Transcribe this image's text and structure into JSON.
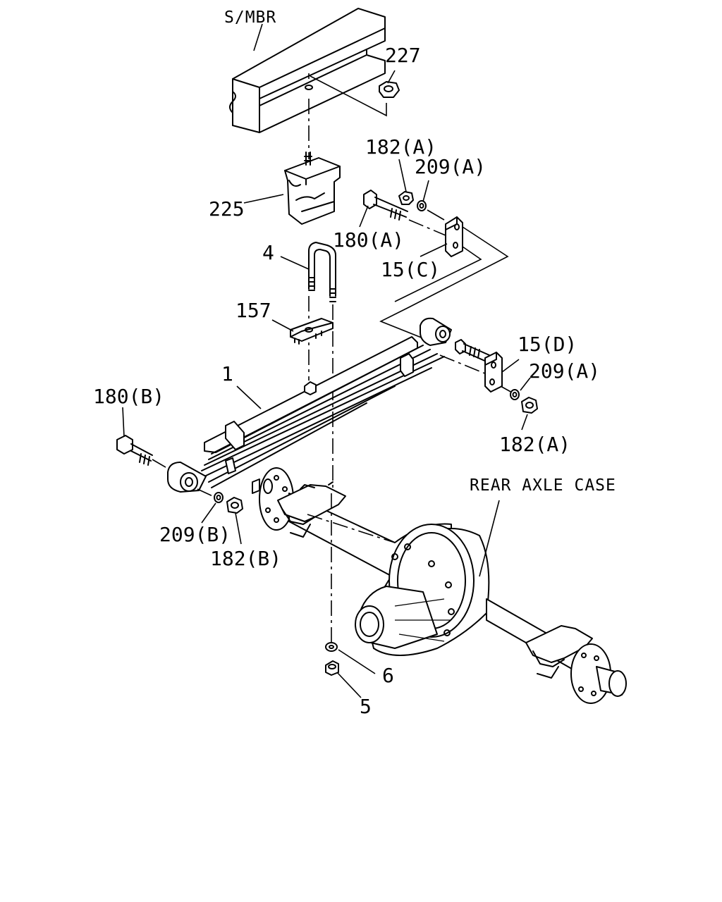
{
  "labels": {
    "s_mbr": "S/MBR",
    "p227": "227",
    "p182a_top": "182(A)",
    "p209a_top": "209(A)",
    "p225": "225",
    "p180a": "180(A)",
    "p15c": "15(C)",
    "p4": "4",
    "p157": "157",
    "p1": "1",
    "p15d": "15(D)",
    "p209a_right": "209(A)",
    "p182a_right": "182(A)",
    "p180b": "180(B)",
    "rear_axle_case": "REAR AXLE CASE",
    "p209b": "209(B)",
    "p182b": "182(B)",
    "p6": "6",
    "p5": "5"
  }
}
